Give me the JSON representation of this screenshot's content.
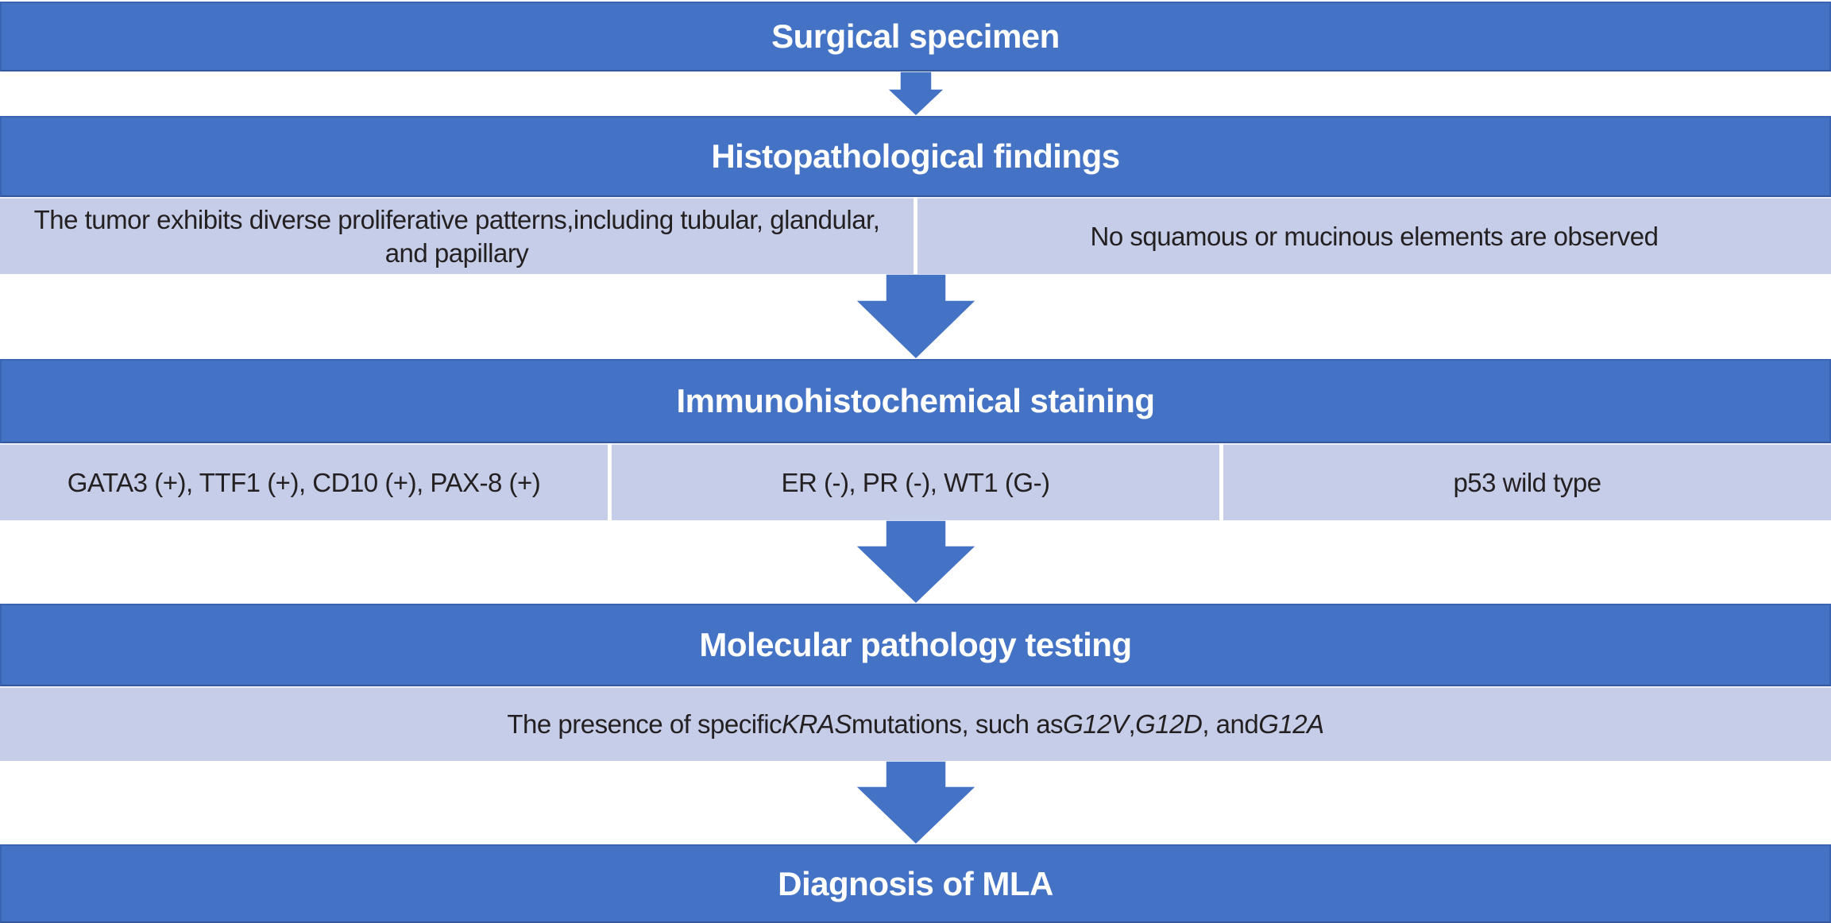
{
  "title": "Diagnostic workflow flowchart for MLA",
  "colors": {
    "stage_header_bg": "#4472c4",
    "stage_header_border": "#3a63b1",
    "stage_header_text": "#ffffff",
    "detail_cell_bg": "#c6cde8",
    "detail_text": "#241f20",
    "arrow_fill": "#4472c4",
    "page_bg": "#ffffff"
  },
  "icons": {
    "down_arrow": "block-arrow-down"
  },
  "flow": {
    "surgical": {
      "title": "Surgical specimen"
    },
    "histopathology": {
      "title": "Histopathological findings",
      "cells": [
        "The tumor exhibits diverse proliferative patterns,including tubular, glandular, and papillary",
        "No squamous or mucinous elements are observed"
      ]
    },
    "ihc": {
      "title": "Immunohistochemical staining",
      "cells": [
        "GATA3 (+), TTF1 (+), CD10 (+), PAX-8 (+)",
        "ER (-), PR (-), WT1 (G-)",
        "p53 wild type"
      ]
    },
    "molecular": {
      "title": "Molecular pathology testing",
      "finding_segments": [
        {
          "text": "The presence of specific ",
          "italic": false
        },
        {
          "text": "KRAS",
          "italic": true
        },
        {
          "text": " mutations, such as ",
          "italic": false
        },
        {
          "text": "G12V",
          "italic": true
        },
        {
          "text": ", ",
          "italic": false
        },
        {
          "text": "G12D",
          "italic": true
        },
        {
          "text": ", and ",
          "italic": false
        },
        {
          "text": "G12A",
          "italic": true
        }
      ]
    },
    "diagnosis": {
      "title": "Diagnosis of MLA"
    }
  }
}
